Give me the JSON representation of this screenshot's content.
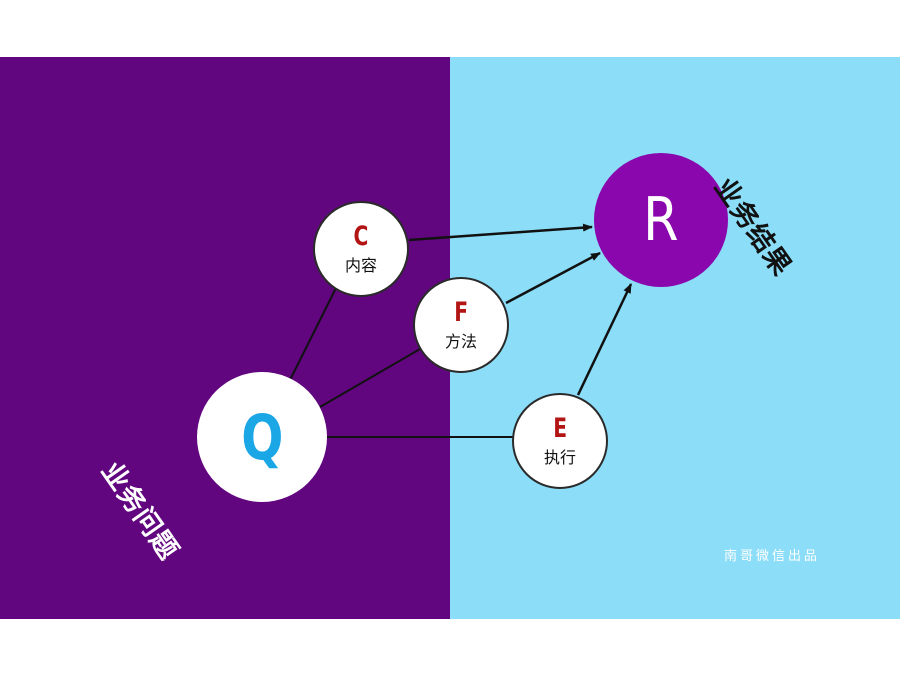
{
  "nodes": {
    "q": {
      "letter": "Q"
    },
    "c": {
      "letter": "C",
      "label": "内容"
    },
    "f": {
      "letter": "F",
      "label": "方法"
    },
    "e": {
      "letter": "E",
      "label": "执行"
    },
    "r": {
      "letter": "R"
    }
  },
  "labels": {
    "question": "业务问题",
    "result": "业务结果"
  },
  "watermark": "南哥微信出品",
  "colors": {
    "left_panel": "#61067f",
    "right_panel": "#8bddf8",
    "result_circle": "#8a07ae",
    "q_letter": "#1ba6e6",
    "node_letter": "#b31414"
  }
}
